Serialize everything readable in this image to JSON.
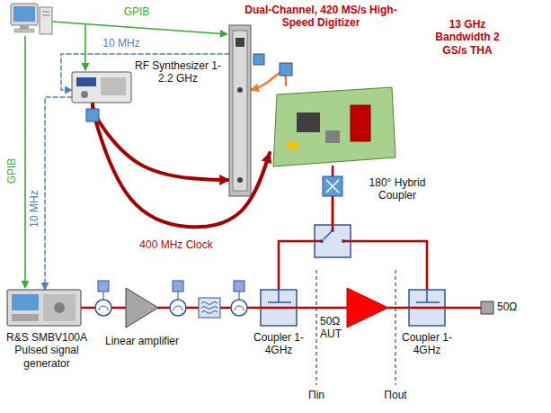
{
  "diagram": {
    "nodes": [
      {
        "text": [
          "Dual-Channel, 420 MS/s High-Speed Digitizer"
        ]
      },
      {
        "text": [
          "RF Synthesizer 1-2.2 GHz"
        ]
      },
      {
        "text": [
          "13 GHz Bandwidth 2 GS/s THA"
        ]
      },
      {
        "text": [
          "180° Hybrid Coupler"
        ]
      },
      {
        "text": [
          "R&S SMBV100A Pulsed signal generator"
        ]
      },
      {
        "text": [
          "Linear amplifier"
        ]
      },
      {
        "text": [
          "Coupler 1-4GHz"
        ]
      },
      {
        "text": [
          "50Ω AUT"
        ]
      },
      {
        "text": [
          "Coupler 1-4GHz"
        ]
      },
      {
        "text": [
          "50Ω"
        ]
      }
    ],
    "edges": [
      {
        "from": 4,
        "to": 5,
        "arrow": "none"
      },
      {
        "from": 5,
        "to": 6,
        "arrow": "none"
      },
      {
        "from": 6,
        "to": 7,
        "arrow": "none"
      },
      {
        "from": 7,
        "to": 8,
        "arrow": "none"
      },
      {
        "from": 8,
        "to": 9,
        "arrow": "none"
      },
      {
        "from": 1,
        "to": 0,
        "arrow": "to"
      },
      {
        "from": 1,
        "to": 2,
        "label": "400 MHz Clock",
        "arrow": "to"
      },
      {
        "from": 2,
        "to": 0,
        "arrow": "to"
      },
      {
        "from": 0,
        "to": 1,
        "label": "10 MHz",
        "arrow": "to"
      },
      {
        "from": 1,
        "to": 4,
        "label": "10 MHz",
        "arrow": "to"
      },
      {
        "from": 6,
        "to": 3,
        "arrow": "none"
      },
      {
        "from": 8,
        "to": 3,
        "arrow": "none"
      },
      {
        "from": 3,
        "to": 2,
        "arrow": "none"
      }
    ],
    "labels": [
      "GPIB",
      "GPIB",
      "Πin",
      "Πout"
    ]
  }
}
